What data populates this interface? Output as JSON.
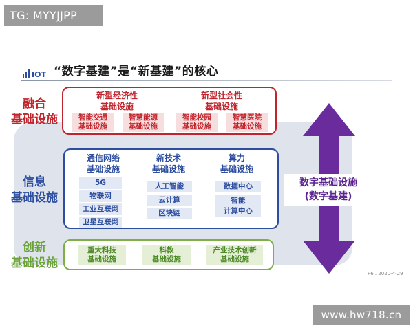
{
  "watermarks": {
    "top": "TG: MYYJJPP",
    "bottom": "www.hw718.cn"
  },
  "header": {
    "logo_text": "IIOT",
    "title": "“数字基建”是“新基建”的核心"
  },
  "groups": {
    "fusion": {
      "label_line1": "融合",
      "label_line2": "基础设施",
      "color": "#c0242c",
      "sections": [
        {
          "head1": "新型经济性",
          "head2": "基础设施",
          "chips": [
            [
              "智能交通",
              "基础设施"
            ],
            [
              "智慧能源",
              "基础设施"
            ]
          ]
        },
        {
          "head1": "新型社会性",
          "head2": "基础设施",
          "chips": [
            [
              "智能校园",
              "基础设施"
            ],
            [
              "智慧医院",
              "基础设施"
            ]
          ]
        }
      ]
    },
    "info": {
      "label_line1": "信息",
      "label_line2": "基础设施",
      "color": "#2d4ea0",
      "columns": [
        {
          "head1": "通信网络",
          "head2": "基础设施",
          "chips": [
            "5G",
            "物联网",
            "工业互联网",
            "卫星互联网"
          ]
        },
        {
          "head1": "新技术",
          "head2": "基础设施",
          "chips": [
            "人工智能",
            "云计算",
            "区块链"
          ]
        },
        {
          "head1": "算力",
          "head2": "基础设施",
          "chips": [
            "数据中心",
            "智能\n计算中心"
          ]
        }
      ]
    },
    "innovation": {
      "label_line1": "创新",
      "label_line2": "基础设施",
      "color": "#6aa337",
      "chips": [
        [
          "重大科技",
          "基础设施"
        ],
        [
          "科教",
          "基础设施"
        ],
        [
          "产业技术创新",
          "基础设施"
        ]
      ]
    }
  },
  "arrow": {
    "line1": "数字基础设施",
    "line2": "(数字基建)",
    "color": "#5b2490"
  },
  "footnote": "P6 . 2020-4-29"
}
